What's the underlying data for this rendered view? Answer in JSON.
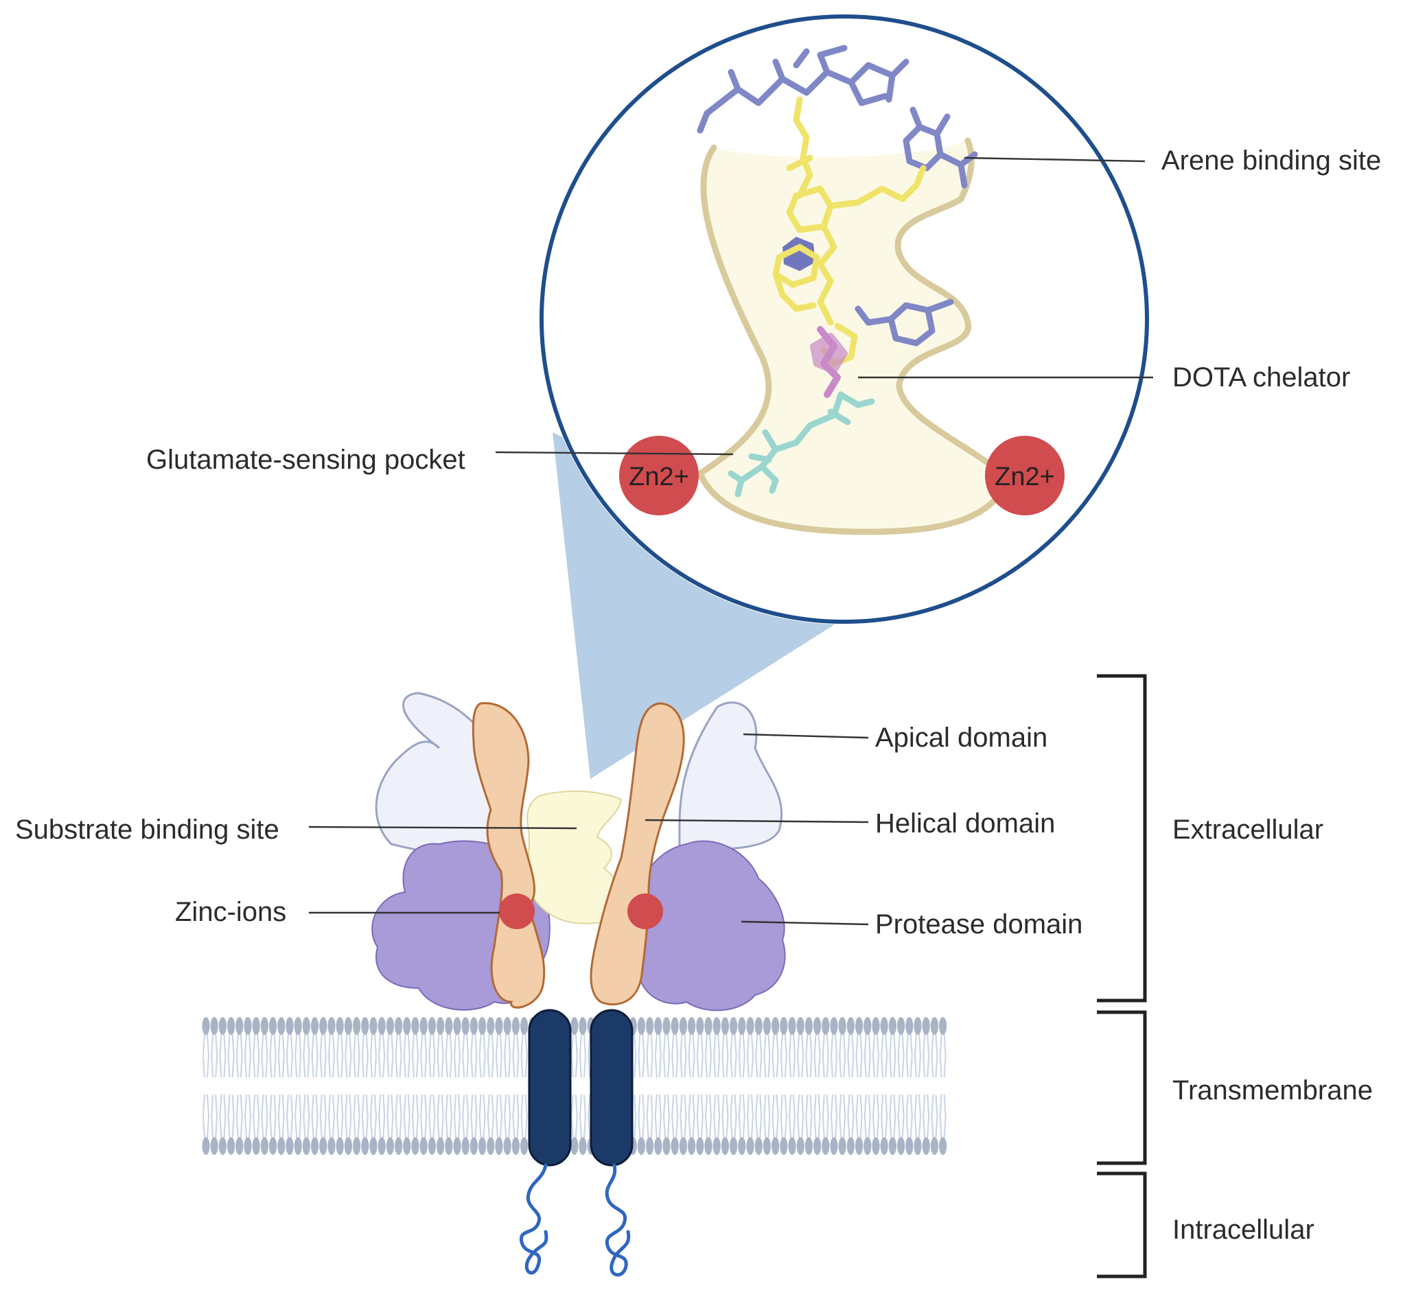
{
  "zoom": {
    "zn_left": "Zn2+",
    "zn_right": "Zn2+"
  },
  "labels": {
    "arene_binding_site": "Arene binding site",
    "dota_chelator": "DOTA chelator",
    "glutamate_sensing_pocket": "Glutamate-sensing pocket",
    "apical_domain": "Apical domain",
    "helical_domain": "Helical domain",
    "protease_domain": "Protease domain",
    "substrate_binding_site": "Substrate binding site",
    "zinc_ions": "Zinc-ions"
  },
  "regions": {
    "extracellular": "Extracellular",
    "transmembrane": "Transmembrane",
    "intracellular": "Intracellular"
  },
  "colors": {
    "circle_border": "#1f4e8c",
    "zoom_cone": "#a9c6e2",
    "pocket_fill": "#fbf9e6",
    "pocket_outline": "#d8ca9d",
    "zinc": "#d04c4f",
    "apical": "#eef1f9",
    "protease": "#a99ad8",
    "helical": "#f2cfaa",
    "helical_outline": "#b36a35",
    "transmembrane_helix": "#1c3a68",
    "membrane": "#a8b4c6",
    "ligand_yellow": "#f0e36a",
    "ligand_blue": "#8087c7",
    "ligand_pink": "#c98ac8",
    "ligand_cyan": "#9ad6cf",
    "intracellular_tail": "#2f67c0"
  }
}
